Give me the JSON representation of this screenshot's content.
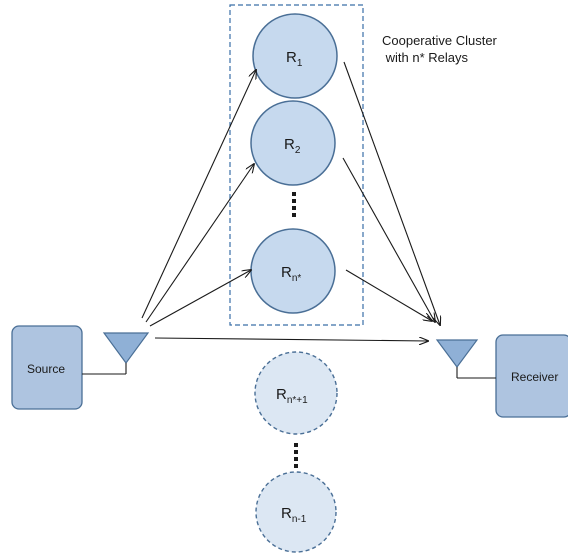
{
  "cluster_note": {
    "line1": "Cooperative Cluster",
    "line2": " with n* Relays"
  },
  "source": {
    "label": "Source"
  },
  "receiver": {
    "label": "Receiver"
  },
  "relays": {
    "r1": {
      "base": "R",
      "sub": "1"
    },
    "r2": {
      "base": "R",
      "sub": "2"
    },
    "rn": {
      "base": "R",
      "sub": "n*"
    },
    "rn1": {
      "base": "R",
      "sub": "n*+1"
    },
    "rlast": {
      "base": "R",
      "sub": "n-1"
    }
  },
  "colors": {
    "relay_fill": "#c6d9ee",
    "relay_stroke": "#4a6f96",
    "idle_fill": "#dce7f3",
    "box_fill": "#aec4e0",
    "box_stroke": "#4a6f96",
    "antenna_fill": "#8fb0d6",
    "cluster_border": "#3a6fa8"
  }
}
